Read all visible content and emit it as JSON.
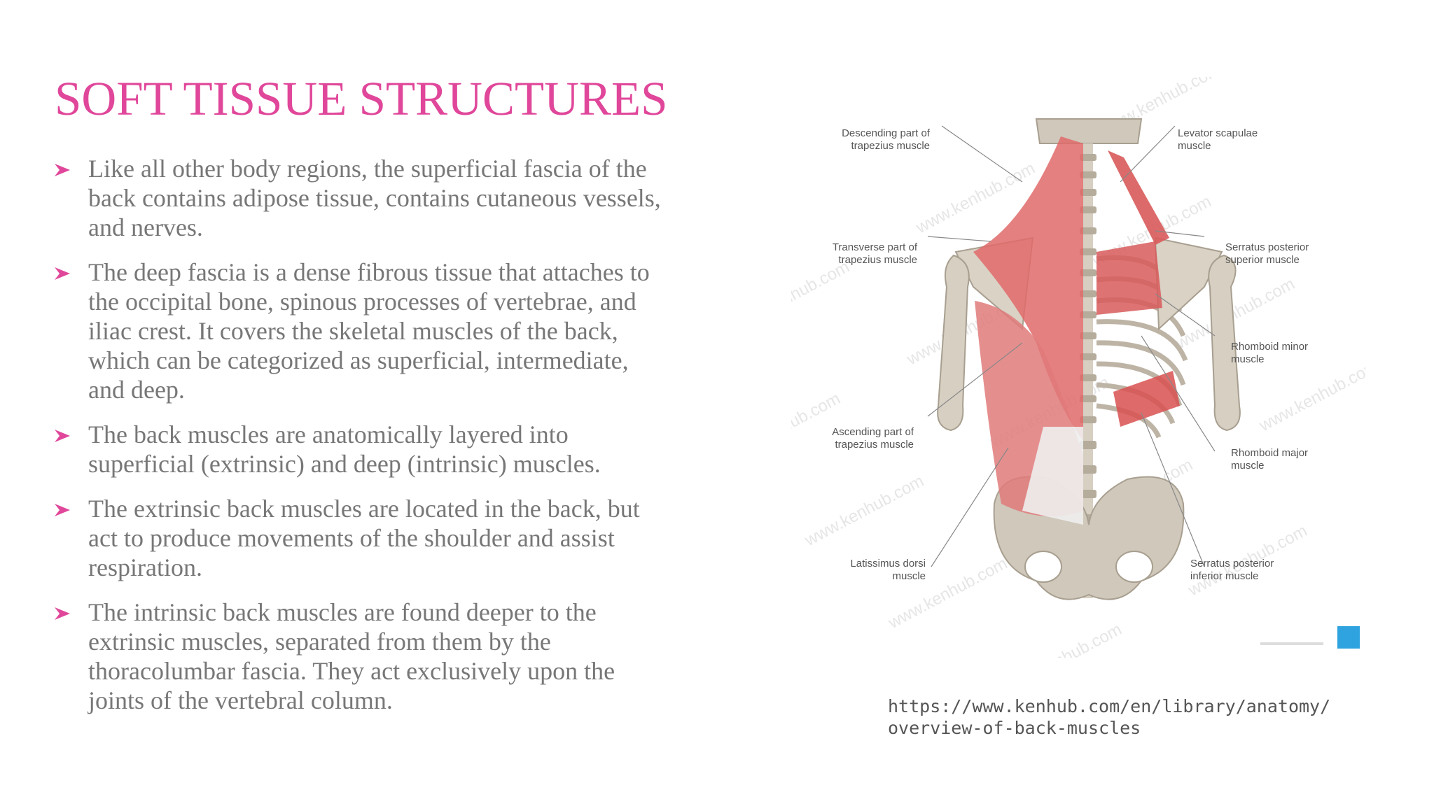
{
  "slide": {
    "title": "SOFT TISSUE STRUCTURES",
    "title_color": "#e0479a",
    "bullet_icon": "arrowhead-bullet-icon",
    "bullets": [
      "Like all other body regions, the superficial fascia of the back contains adipose tissue, contains cutaneous vessels, and nerves.",
      "The deep fascia is a dense fibrous tissue that attaches to the occipital bone, spinous processes of vertebrae, and iliac crest. It covers the skeletal muscles of the back, which can be categorized as superficial, intermediate, and deep.",
      "The back muscles are anatomically layered into superficial (extrinsic) and deep (intrinsic) muscles.",
      "The extrinsic back muscles are located in the back, but act to produce movements of the shoulder and assist respiration.",
      "The intrinsic back muscles are found deeper to the extrinsic muscles, separated from them by the thoracolumbar fascia. They act exclusively upon the joints of the vertebral column."
    ]
  },
  "figure": {
    "labels": {
      "descending_trapezius_1": "Descending part of",
      "descending_trapezius_2": "trapezius muscle",
      "levator_scapulae_1": "Levator scapulae",
      "levator_scapulae_2": "muscle",
      "transverse_trapezius_1": "Transverse part of",
      "transverse_trapezius_2": "trapezius muscle",
      "serratus_superior_1": "Serratus posterior",
      "serratus_superior_2": "superior muscle",
      "rhomboid_minor_1": "Rhomboid minor",
      "rhomboid_minor_2": "muscle",
      "ascending_trapezius_1": "Ascending part of",
      "ascending_trapezius_2": "trapezius muscle",
      "rhomboid_major_1": "Rhomboid major",
      "rhomboid_major_2": "muscle",
      "latissimus_1": "Latissimus dorsi",
      "latissimus_2": "muscle",
      "serratus_inferior_1": "Serratus posterior",
      "serratus_inferior_2": "inferior muscle"
    },
    "watermark": "www.kenhub.com",
    "muscle_color": "#e06a6a",
    "bone_color": "#cfc8bb"
  },
  "caption": {
    "line1": "https://www.kenhub.com/en/library/anatomy/",
    "line2": "overview-of-back-muscles"
  }
}
